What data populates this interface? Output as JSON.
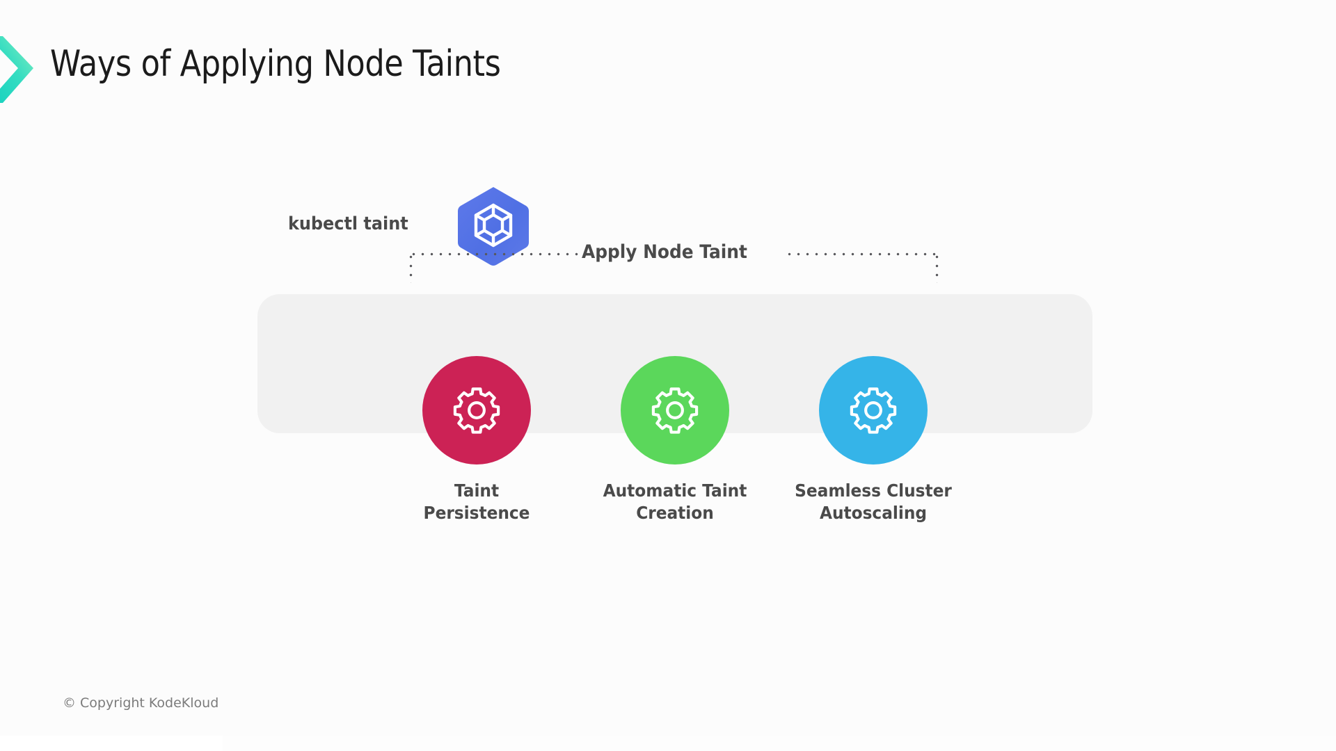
{
  "slide": {
    "title": "Ways of Applying Node Taints",
    "background_color": "#fcfcfc",
    "copyright": "© Copyright KodeKloud"
  },
  "accent": {
    "chevron_from": "#13d0c0",
    "chevron_to": "#8ef0b8"
  },
  "flow": {
    "source_label": "kubectl taint",
    "source_icon": "kubernetes-hexagon-icon",
    "source_icon_color": "#5270e8",
    "connector_label": "Apply Node Taint",
    "connector_dot_color": "#58585c"
  },
  "panel": {
    "background_color": "#f1f1f1"
  },
  "items": [
    {
      "label": "Taint\nPersistence",
      "icon": "gear-icon",
      "color": "#cc2255"
    },
    {
      "label": "Automatic Taint\nCreation",
      "icon": "gear-icon",
      "color": "#5bd75b"
    },
    {
      "label": "Seamless Cluster\nAutoscaling",
      "icon": "gear-icon",
      "color": "#35b4e8"
    }
  ]
}
